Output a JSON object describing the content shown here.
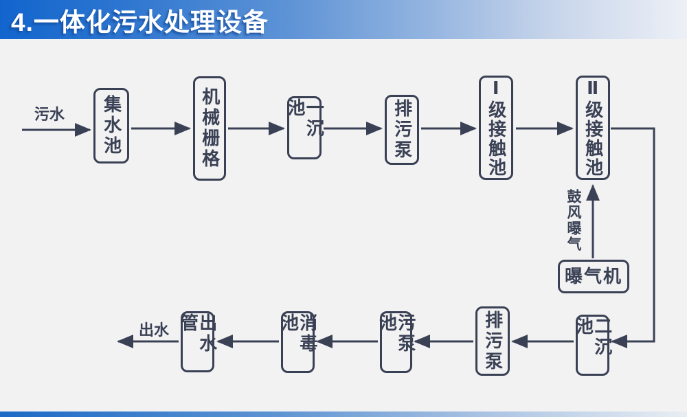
{
  "header": {
    "title": "4.一体化污水处理设备"
  },
  "flow": {
    "input_label": "污水",
    "output_label": "出水",
    "aeration_label": "鼓风曝气",
    "boxes": {
      "collection_tank": "集水池",
      "mechanical_screen": "机械栅格",
      "primary_sedimentation": "一沉池",
      "sewage_pump_top": "排污泵",
      "contact_tank_1": "Ⅰ级接触池",
      "contact_tank_2": "Ⅱ级接触池",
      "aerator": "曝气机",
      "secondary_sedimentation": "二沉池",
      "sewage_pump_bottom": "排污泵",
      "sludge_pump_tank": "污泵池",
      "disinfection_tank": "消毒池",
      "outlet_pipe": "出水管"
    }
  },
  "colors": {
    "accent": "#3a4155",
    "banner_blue": "#1165cd",
    "banner_fade": "#edf0f6",
    "background": "#f2f2f3",
    "title_text": "#ffffff"
  }
}
